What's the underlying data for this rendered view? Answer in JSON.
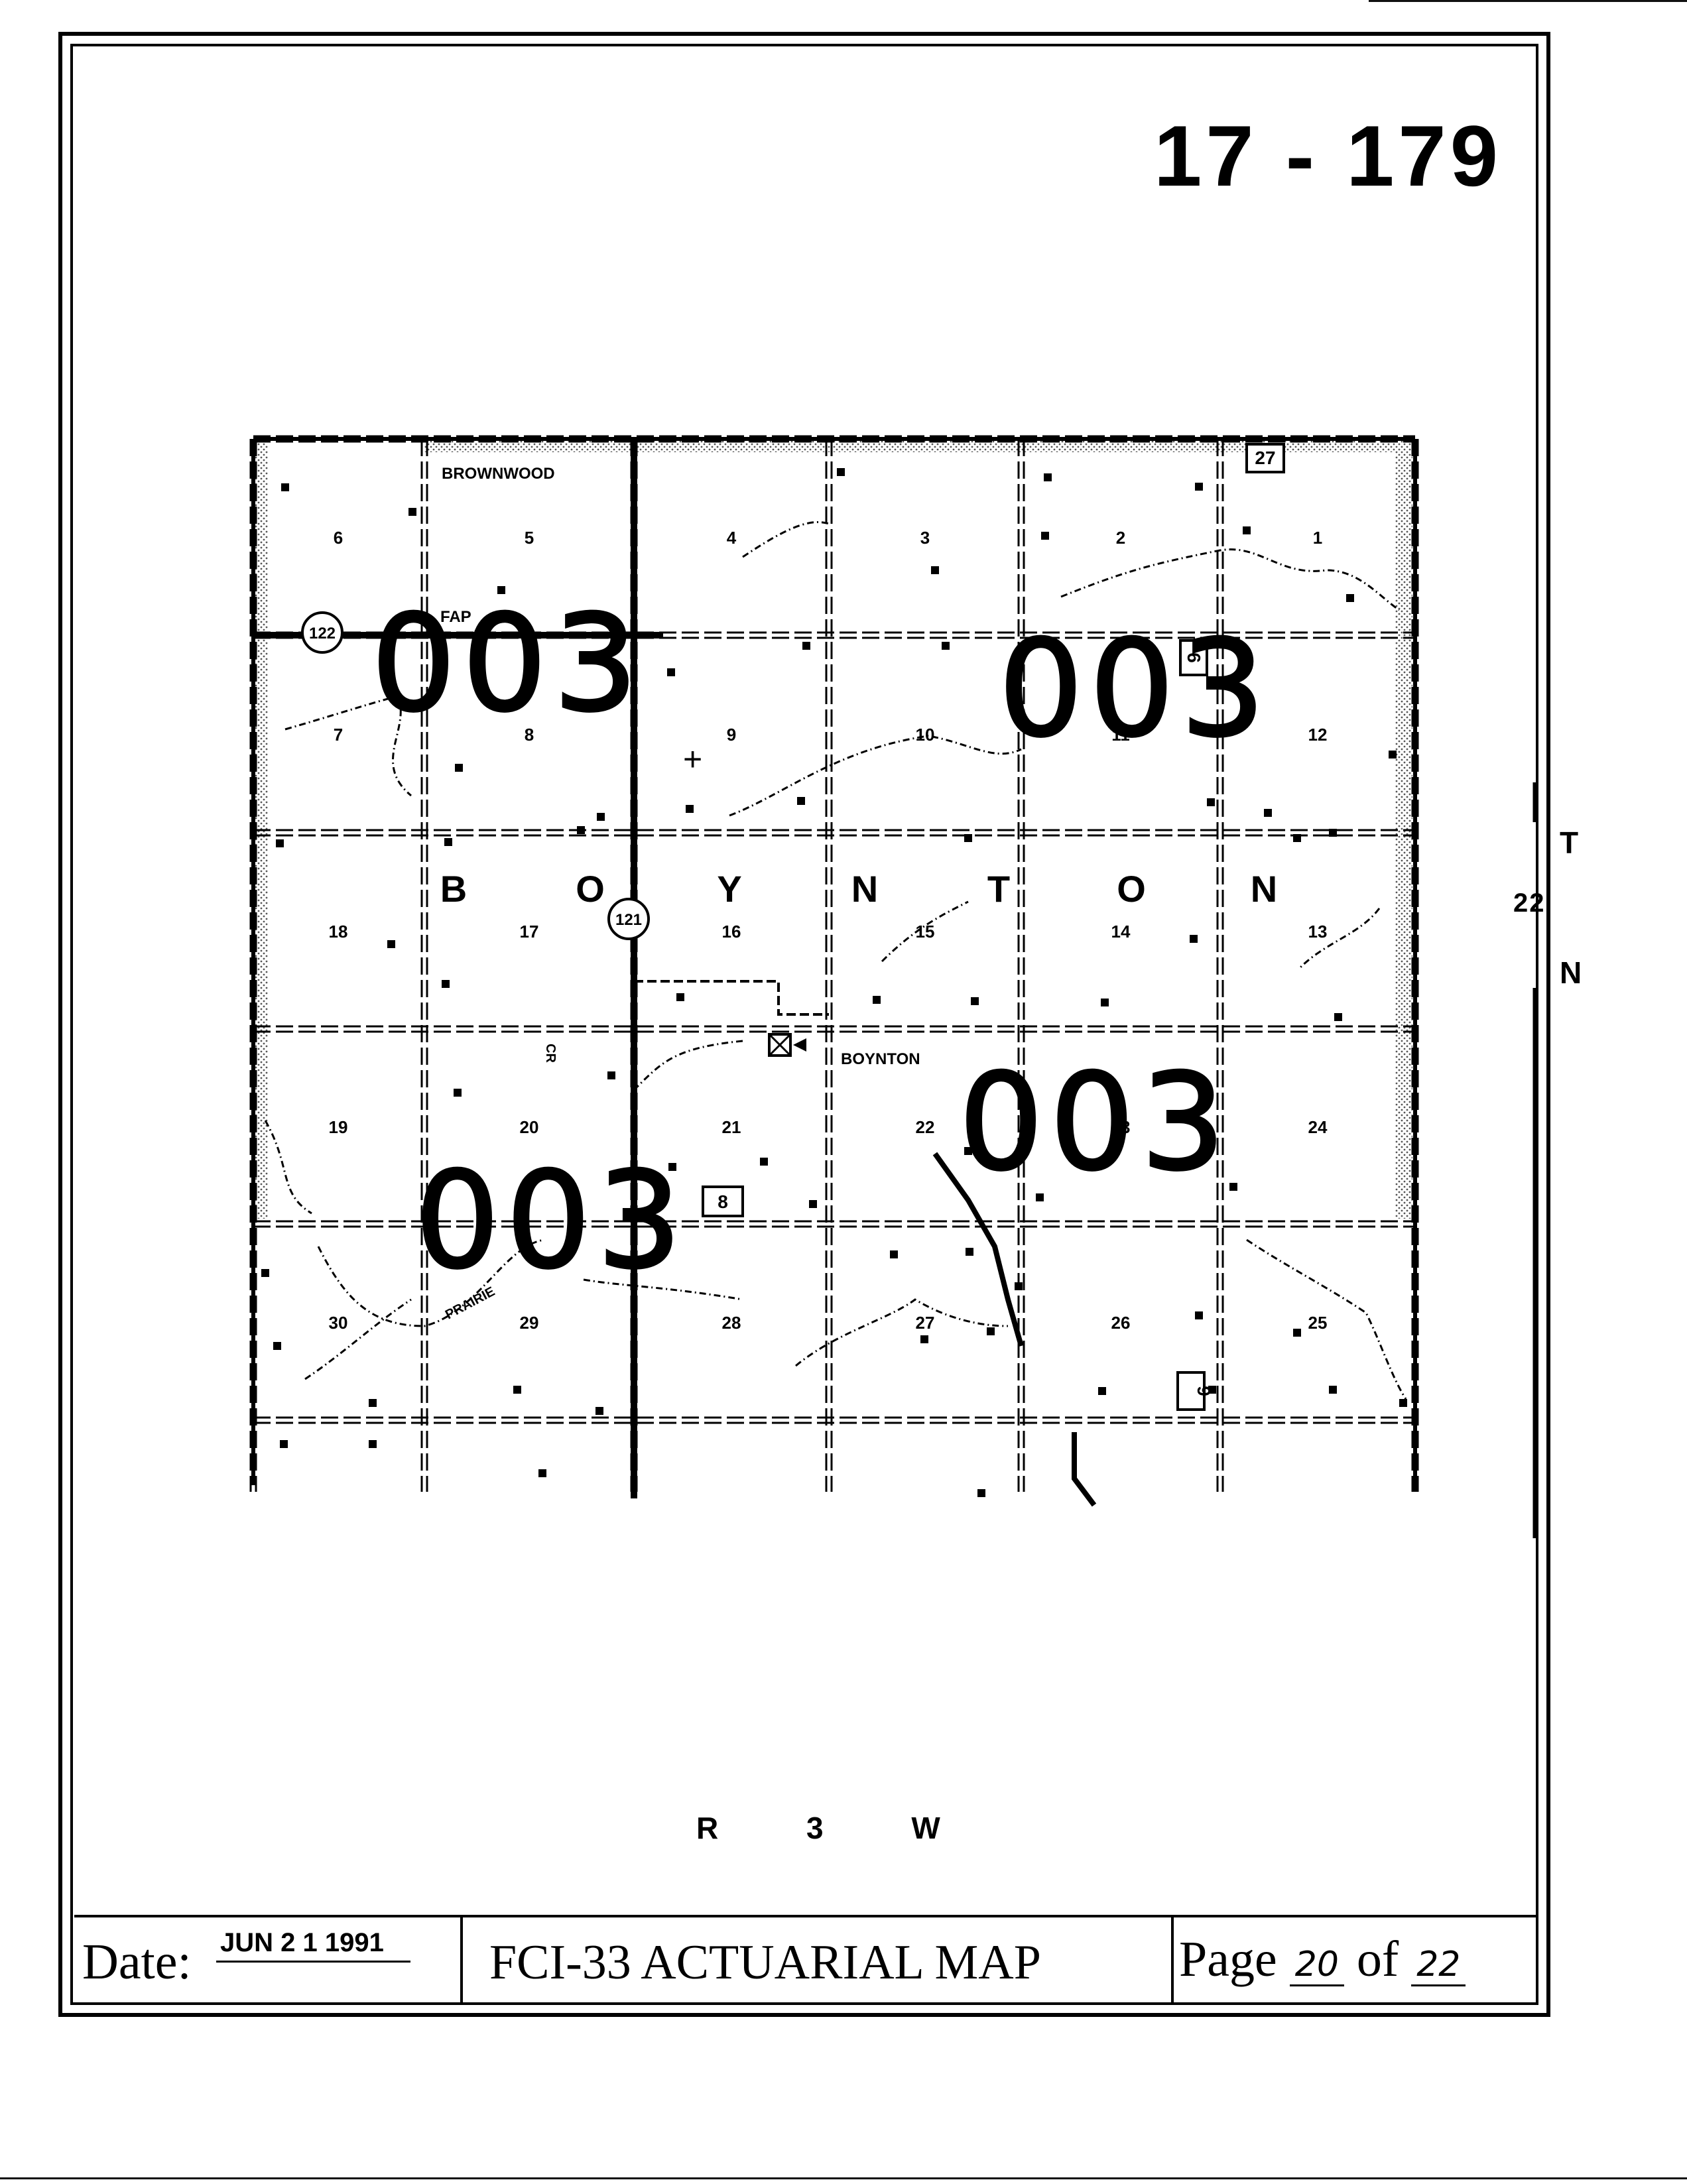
{
  "document_number": "17 - 179",
  "township": {
    "t": "T",
    "number": "22",
    "n": "N"
  },
  "range_label": "R 3 W",
  "map": {
    "place_labels": [
      "BROWNWOOD",
      "FAP",
      "BOYNTON",
      "PRAIRIE",
      "CR"
    ],
    "township_name_letters": [
      "B",
      "O",
      "Y",
      "N",
      "T",
      "O",
      "N"
    ],
    "sections": [
      "6",
      "5",
      "4",
      "3",
      "2",
      "1",
      "7",
      "8",
      "9",
      "10",
      "11",
      "12",
      "18",
      "17",
      "16",
      "15",
      "14",
      "13",
      "19",
      "20",
      "21",
      "22",
      "23",
      "24",
      "30",
      "29",
      "28",
      "27",
      "26",
      "25"
    ],
    "route_markers": {
      "circle": [
        "122",
        "121"
      ],
      "square": [
        "27",
        "9",
        "8",
        "9"
      ]
    },
    "handwritten_codes": [
      "003",
      "003",
      "003",
      "003"
    ]
  },
  "footer": {
    "date_label": "Date:",
    "date_value": "JUN 2 1 1991",
    "title": "FCI-33 ACTUARIAL MAP",
    "page_label": "Page",
    "page_number": "20",
    "of_label": "of",
    "page_total": "22"
  }
}
